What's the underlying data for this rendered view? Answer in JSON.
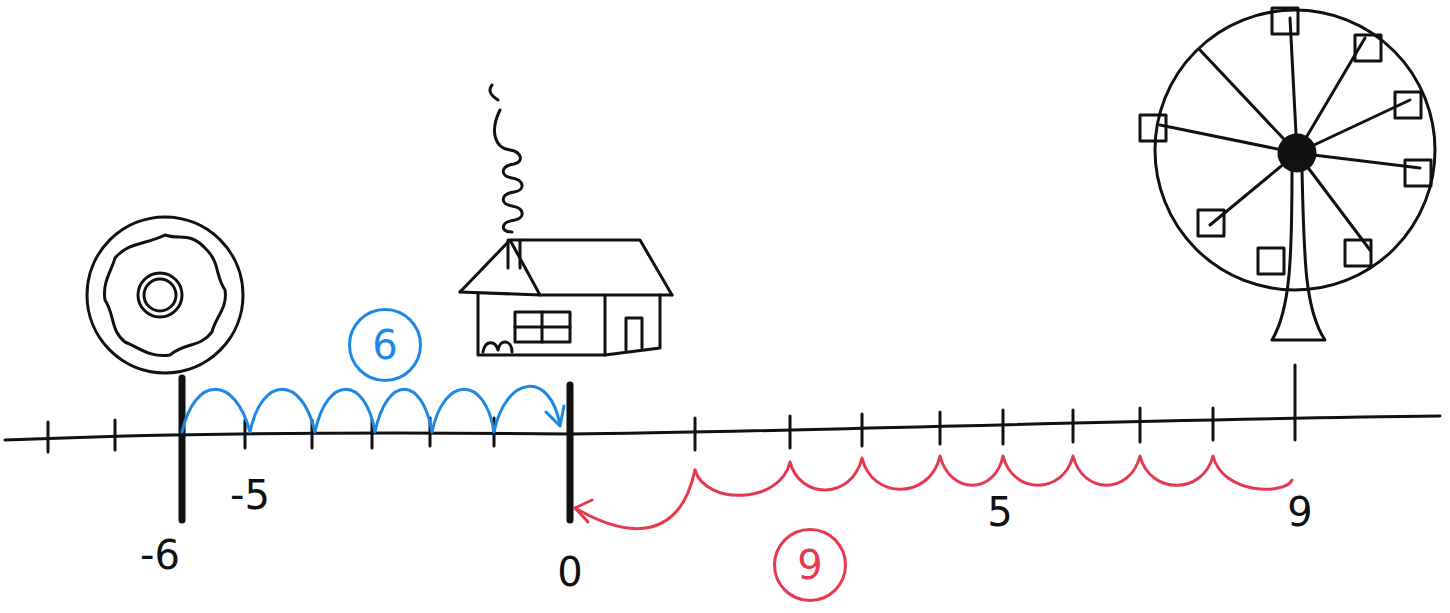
{
  "diagram": {
    "nodes": [
      {
        "text": [
          "6"
        ]
      },
      {
        "text": [
          "9"
        ]
      }
    ],
    "labels": [
      "-6",
      "-5",
      "0",
      "5",
      "9"
    ]
  }
}
